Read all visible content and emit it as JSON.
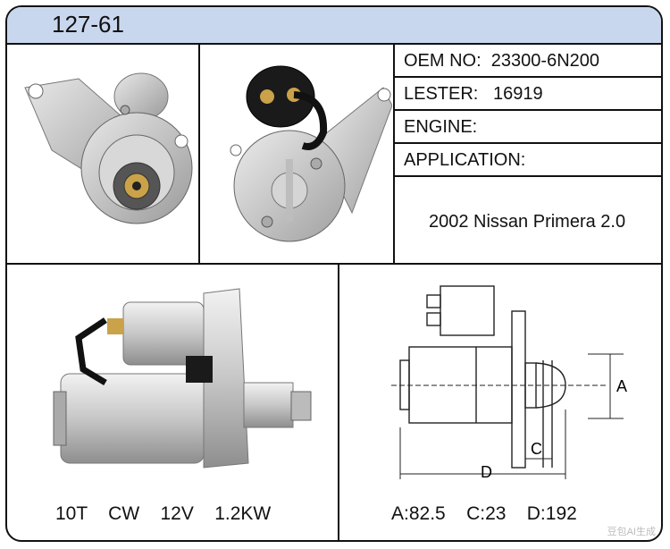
{
  "header": {
    "part_number": "127-61"
  },
  "specs": {
    "oem_label": "OEM  NO:",
    "oem_value": "23300-6N200",
    "lester_label": "LESTER:",
    "lester_value": "16919",
    "engine_label": "ENGINE:",
    "engine_value": "",
    "application_label": "APPLICATION:",
    "application_value": "2002 Nissan Primera 2.0"
  },
  "product_specs": {
    "teeth": "10T",
    "rotation": "CW",
    "voltage": "12V",
    "power": "1.2KW"
  },
  "dimensions": {
    "a": "A:82.5",
    "c": "C:23",
    "d": "D:192",
    "label_a": "A",
    "label_c": "C",
    "label_d": "D"
  },
  "images": {
    "front_view": "starter-front-view",
    "rear_view": "starter-rear-view",
    "side_view": "starter-side-view",
    "drawing": "starter-dimension-drawing"
  },
  "colors": {
    "header_bg": "#c9d7ee",
    "border": "#111111",
    "metal": "#c8c8c8",
    "solenoid_cap": "#1a1a1a"
  },
  "watermark": "豆包AI生成"
}
